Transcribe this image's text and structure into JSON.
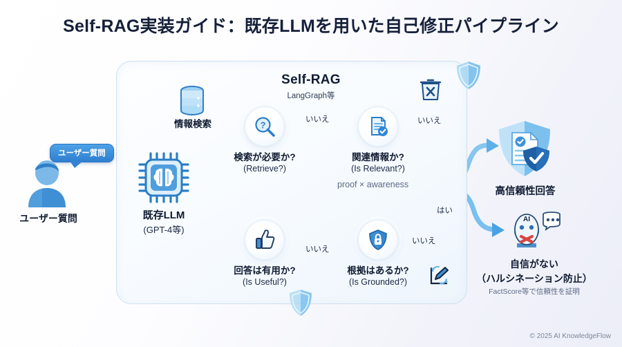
{
  "title": "Self-RAG実装ガイド：既存LLMを用いた自己修正パイプライン",
  "panel": {
    "heading": "Self-RAG",
    "subheading": "LangGraph等"
  },
  "user": {
    "bubble_text": "ユーザー質問",
    "label": "ユーザー質問",
    "icon": "user-icon"
  },
  "llm": {
    "label_jp": "既存LLM",
    "label_en": "(GPT-4等)",
    "icon": "cpu-brain-icon"
  },
  "retrieval": {
    "label": "情報検索",
    "icon": "database-icon"
  },
  "nodes": [
    {
      "id": "retrieve",
      "icon": "magnifier-question-icon",
      "label_jp": "検索が必要か?",
      "label_en": "(Retrieve?)"
    },
    {
      "id": "relevant",
      "icon": "document-check-icon",
      "label_jp": "関連情報か?",
      "label_en": "(Is Relevant?)"
    },
    {
      "id": "useful",
      "icon": "thumbs-up-icon",
      "label_jp": "回答は有用か?",
      "label_en": "(Is Useful?)"
    },
    {
      "id": "grounded",
      "icon": "shield-lock-icon",
      "label_jp": "根拠はあるか?",
      "label_en": "(Is Grounded?)"
    }
  ],
  "center_note": "proof × awareness",
  "edge_labels": {
    "retrieve_to_relevant": "いいえ",
    "relevant_to_trash": "いいえ",
    "useful_to_grounded": "いいえ",
    "grounded_yes": "はい",
    "grounded_no": "いいえ"
  },
  "discard": {
    "icon": "trash-x-icon"
  },
  "rewrite": {
    "icon": "edit-refresh-icon"
  },
  "outputs": {
    "trusted": {
      "icon": "shield-document-check-icon",
      "label": "高信頼性回答"
    },
    "uncertain": {
      "icon": "ai-robot-x-icon",
      "label_line1": "自信がない",
      "label_line2": "（ハルシネーション防止）",
      "note": "FactScore等で信頼性を証明"
    }
  },
  "decor": {
    "shield_top": "shield-icon",
    "shield_bottom": "shield-icon"
  },
  "footer": "© 2025 AI KnowledgeFlow",
  "colors": {
    "accent": "#2f86d8",
    "accent_light": "#7fc4f0",
    "ink": "#15223b",
    "panel_border": "#cfe0ef"
  }
}
